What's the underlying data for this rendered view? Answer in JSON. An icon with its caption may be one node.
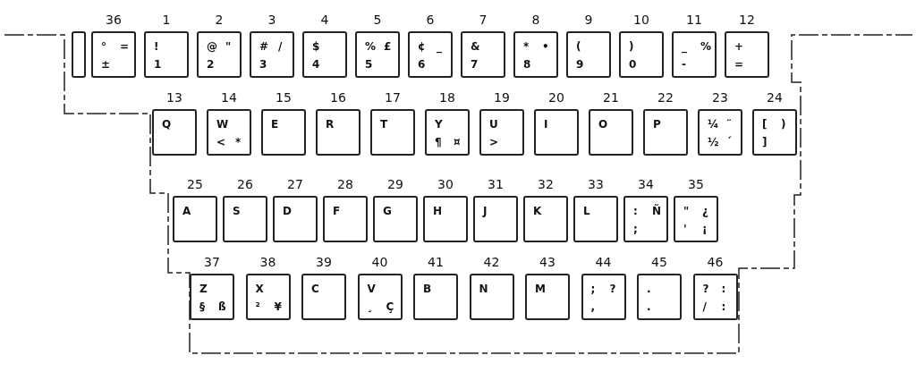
{
  "diagram": {
    "nodes": [
      {
        "text": [],
        "shape": "box"
      },
      {
        "text": [
          "°",
          "=",
          "±"
        ],
        "beside": [
          "36"
        ]
      },
      {
        "text": [
          "!",
          "1"
        ],
        "beside": [
          "1"
        ]
      },
      {
        "text": [
          "@",
          "\"",
          "2"
        ],
        "beside": [
          "2"
        ]
      },
      {
        "text": [
          "#",
          "/",
          "3"
        ],
        "beside": [
          "3"
        ]
      },
      {
        "text": [
          "$",
          "4"
        ],
        "beside": [
          "4"
        ]
      },
      {
        "text": [
          "%",
          "£",
          "5"
        ],
        "beside": [
          "5"
        ]
      },
      {
        "text": [
          "¢",
          "_",
          "6"
        ],
        "beside": [
          "6"
        ]
      },
      {
        "text": [
          "&",
          "7"
        ],
        "beside": [
          "7"
        ]
      },
      {
        "text": [
          "*",
          "•",
          "8"
        ],
        "beside": [
          "8"
        ]
      },
      {
        "text": [
          "(",
          "9"
        ],
        "beside": [
          "9"
        ]
      },
      {
        "text": [
          ")",
          "0"
        ],
        "beside": [
          "10"
        ]
      },
      {
        "text": [
          "_",
          "%",
          "-"
        ],
        "beside": [
          "11"
        ]
      },
      {
        "text": [
          "+",
          "="
        ],
        "beside": [
          "12"
        ]
      },
      {
        "text": [
          "Q"
        ],
        "beside": [
          "13"
        ]
      },
      {
        "text": [
          "W",
          "<",
          "*"
        ],
        "beside": [
          "14"
        ]
      },
      {
        "text": [
          "E"
        ],
        "beside": [
          "15"
        ]
      },
      {
        "text": [
          "R"
        ],
        "beside": [
          "16"
        ]
      },
      {
        "text": [
          "T"
        ],
        "beside": [
          "17"
        ]
      },
      {
        "text": [
          "Y",
          "¶",
          "¤"
        ],
        "beside": [
          "18"
        ]
      },
      {
        "text": [
          "U",
          ">"
        ],
        "beside": [
          "19"
        ]
      },
      {
        "text": [
          "I"
        ],
        "beside": [
          "20"
        ]
      },
      {
        "text": [
          "O"
        ],
        "beside": [
          "21"
        ]
      },
      {
        "text": [
          "P"
        ],
        "beside": [
          "22"
        ]
      },
      {
        "text": [
          "¼",
          "¨",
          "½",
          "´"
        ],
        "beside": [
          "23"
        ]
      },
      {
        "text": [
          "[",
          ")",
          "]"
        ],
        "beside": [
          "24"
        ]
      },
      {
        "text": [
          "A"
        ],
        "beside": [
          "25"
        ]
      },
      {
        "text": [
          "S"
        ],
        "beside": [
          "26"
        ]
      },
      {
        "text": [
          "D"
        ],
        "beside": [
          "27"
        ]
      },
      {
        "text": [
          "F"
        ],
        "beside": [
          "28"
        ]
      },
      {
        "text": [
          "G"
        ],
        "beside": [
          "29"
        ]
      },
      {
        "text": [
          "H"
        ],
        "beside": [
          "30"
        ]
      },
      {
        "text": [
          "J"
        ],
        "beside": [
          "31"
        ]
      },
      {
        "text": [
          "K"
        ],
        "beside": [
          "32"
        ]
      },
      {
        "text": [
          "L"
        ],
        "beside": [
          "33"
        ]
      },
      {
        "text": [
          ":",
          "Ñ",
          ";"
        ],
        "beside": [
          "34"
        ]
      },
      {
        "text": [
          "\"",
          "¿",
          "'",
          "¡"
        ],
        "beside": [
          "35"
        ]
      },
      {
        "text": [
          "Z",
          "§",
          "ß"
        ],
        "beside": [
          "37"
        ]
      },
      {
        "text": [
          "X",
          "²",
          "¥"
        ],
        "beside": [
          "38"
        ]
      },
      {
        "text": [
          "C"
        ],
        "beside": [
          "39"
        ]
      },
      {
        "text": [
          "V",
          "¸",
          "Ç"
        ],
        "beside": [
          "40"
        ]
      },
      {
        "text": [
          "B"
        ],
        "beside": [
          "41"
        ]
      },
      {
        "text": [
          "N"
        ],
        "beside": [
          "42"
        ]
      },
      {
        "text": [
          "M"
        ],
        "beside": [
          "43"
        ]
      },
      {
        "text": [
          ";",
          "?",
          ","
        ],
        "beside": [
          "44"
        ]
      },
      {
        "text": [
          ".",
          "."
        ],
        "beside": [
          "45"
        ]
      },
      {
        "text": [
          "?",
          ":",
          "/",
          ":"
        ],
        "beside": [
          "46"
        ]
      }
    ],
    "edges": []
  }
}
